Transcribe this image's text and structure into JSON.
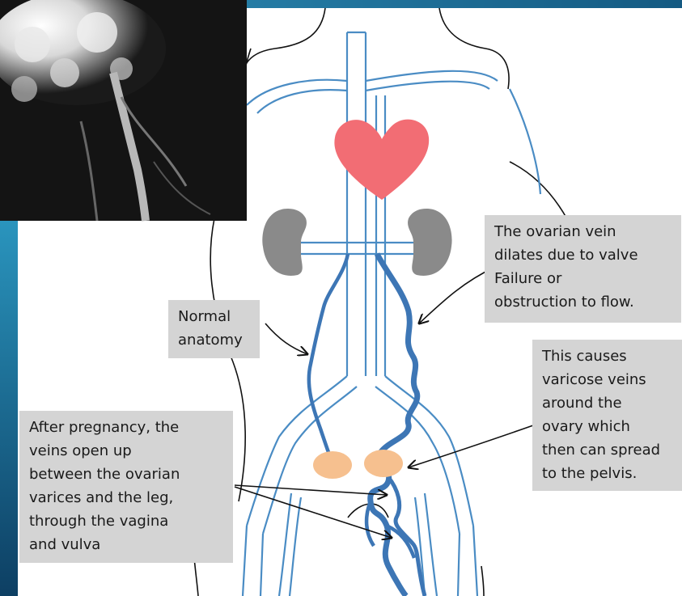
{
  "labels": {
    "normal_anatomy": [
      "Normal",
      "anatomy"
    ],
    "ovarian_vein": [
      "The ovarian vein",
      "dilates due to valve",
      "Failure or",
      "obstruction to flow."
    ],
    "varicose": [
      "This causes",
      "varicose veins",
      "around the",
      "ovary which",
      "then can spread",
      "to the pelvis."
    ],
    "pregnancy": [
      "After pregnancy, the",
      "veins open up",
      "between the ovarian",
      "varices and the leg,",
      "through the vagina",
      "and vulva"
    ]
  },
  "colors": {
    "slide_gradient_top": "#2a95be",
    "slide_gradient_bottom": "#0d3f63",
    "vein_blue": "#3d76b5",
    "vessel_outline": "#4a8cc4",
    "heart": "#f26d74",
    "kidney": "#8a8a8a",
    "ovary": "#f6c08f",
    "label_bg": "#d4d4d4"
  }
}
